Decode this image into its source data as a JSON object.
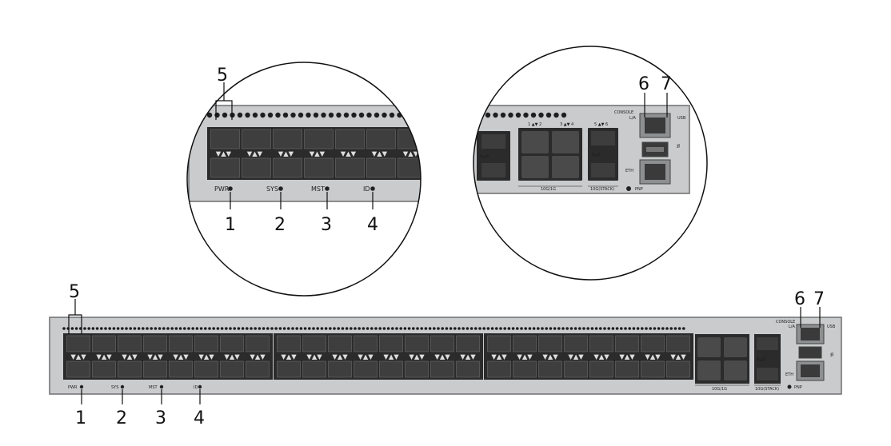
{
  "callouts": {
    "power": "1",
    "system": "2",
    "master": "3",
    "identify": "4",
    "port_status": "5",
    "console": "6",
    "usb": "7"
  },
  "labels": {
    "pwr": "PWR",
    "sys": "SYS",
    "mst": "MST",
    "id": "ID",
    "console": "CONSOLE",
    "la": "L/A",
    "usb": "USB",
    "eth": "ETH",
    "pnp": "PNP",
    "uplink_group": "10G/1G",
    "stack_group": "10G(STACK)"
  },
  "colors": {
    "panel": "#c9cbcd",
    "panel_edge": "#6e6f71",
    "port": "#2b2b2b",
    "port_inner": "#555555",
    "line": "#111111"
  }
}
